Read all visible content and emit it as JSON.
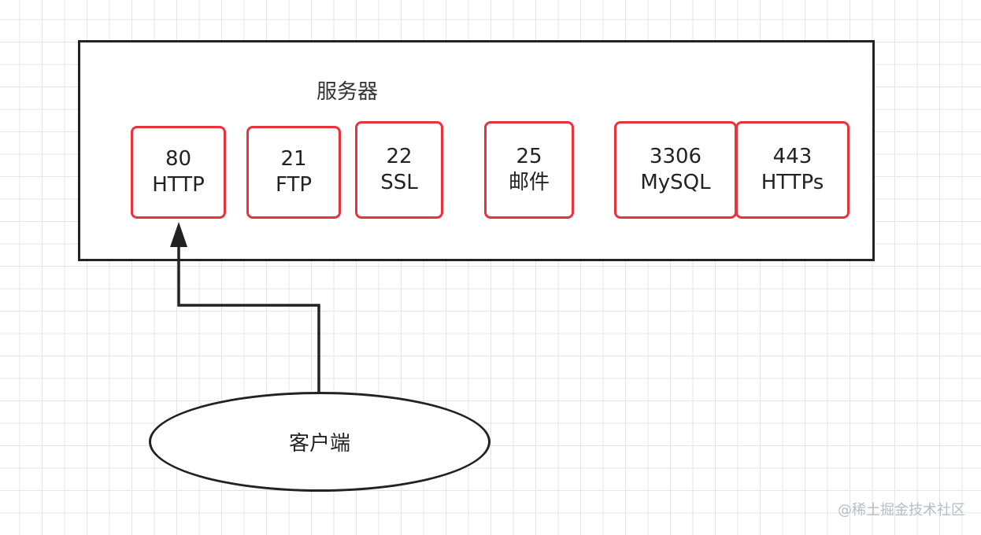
{
  "server": {
    "title": "服务器",
    "ports": [
      {
        "number": "80",
        "protocol": "HTTP"
      },
      {
        "number": "21",
        "protocol": "FTP"
      },
      {
        "number": "22",
        "protocol": "SSL"
      },
      {
        "number": "25",
        "protocol": "邮件"
      },
      {
        "number": "3306",
        "protocol": "MySQL"
      },
      {
        "number": "443",
        "protocol": "HTTPs"
      }
    ]
  },
  "client": {
    "label": "客户端"
  },
  "connection": {
    "from": "客户端",
    "to": "80"
  },
  "watermark": {
    "text": "@稀土掘金技术社区"
  },
  "colors": {
    "port_border": "#e8323c",
    "box_border": "#222222",
    "grid": "#e4e4e4"
  }
}
